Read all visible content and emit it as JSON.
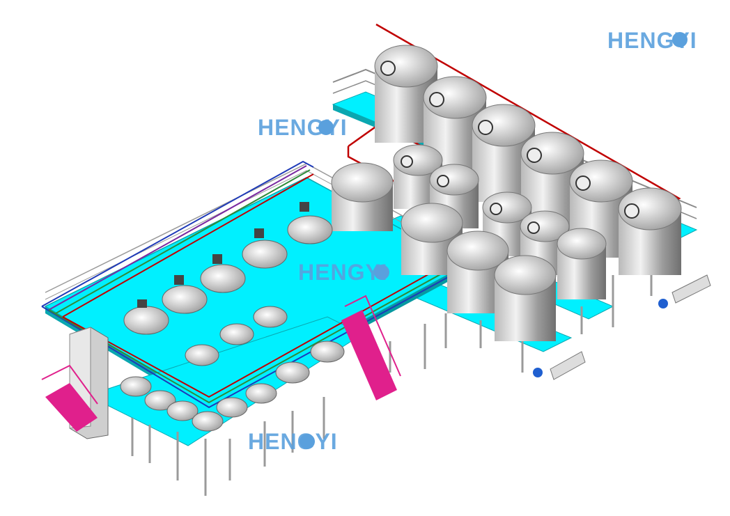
{
  "watermarks": [
    {
      "text": "HENGYI"
    },
    {
      "text": "HENGYI"
    },
    {
      "text": "HENGYI"
    },
    {
      "text": "HENGYI"
    }
  ],
  "colors": {
    "watermark": "#5aa0dd",
    "platform": "#00f0ff",
    "platform_edge": "#0aa7b0",
    "steel_light": "#eeeeee",
    "steel_dark": "#8a8a8a",
    "pipe_red": "#c00000",
    "pipe_green": "#2e8b3a",
    "pipe_blue": "#1e3ab8",
    "pipe_purple": "#7a2aa0",
    "stairs": "#e0208c",
    "motor": "#1f5fd0"
  },
  "icons": [
    "gear-icon"
  ]
}
